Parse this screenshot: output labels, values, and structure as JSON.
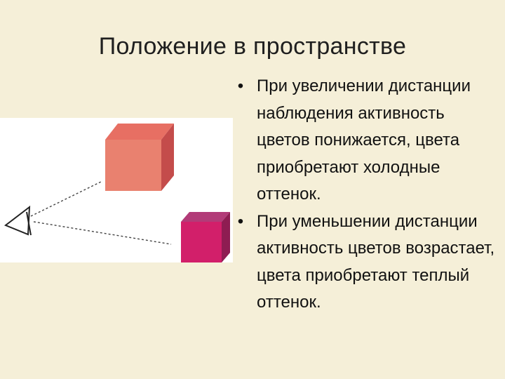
{
  "slide": {
    "title": "Положение в пространстве",
    "background": "#f5efd8",
    "bullets": [
      {
        "text": "При увеличении дистанции наблюдения активность цветов понижается, цвета приобретают холодные оттенок."
      },
      {
        "text": "При уменьшении дистанции активность цветов возрастает, цвета приобретают теплый оттенок."
      }
    ],
    "bullet_symbol": "•"
  },
  "illustration": {
    "icons": [
      "eye-icon",
      "near-cube-icon",
      "far-cube-icon"
    ],
    "colors": {
      "near_cube_front": "#e9816f",
      "near_cube_top": "#e76f63",
      "near_cube_side": "#c44c4b",
      "far_cube_front": "#d21f6a",
      "far_cube_top": "#b23b78",
      "far_cube_side": "#8e1d52",
      "sight_line": "#444444"
    }
  }
}
